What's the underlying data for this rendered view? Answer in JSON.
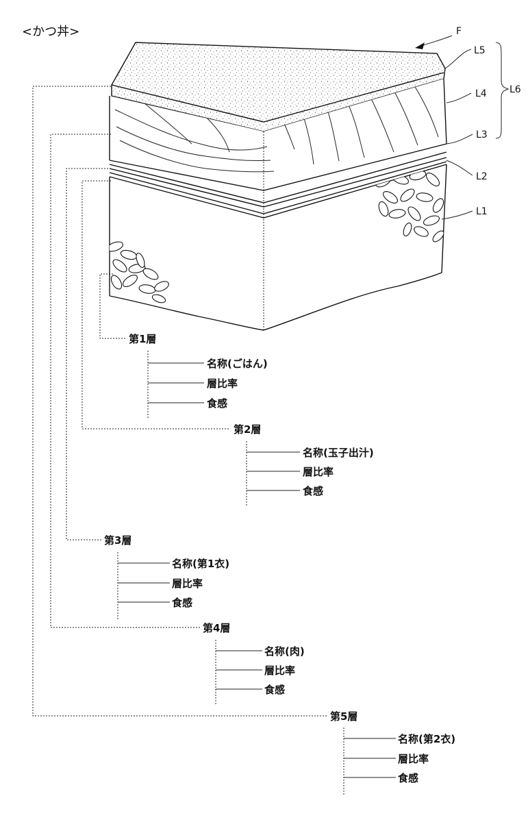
{
  "title": "<かつ丼>",
  "figure_ref": "F",
  "reference_labels": [
    "L5",
    "L4",
    "L3",
    "L2",
    "L1",
    "L6"
  ],
  "layers": [
    {
      "heading": "第1層",
      "items": [
        "名称(ごはん)",
        "層比率",
        "食感"
      ]
    },
    {
      "heading": "第2層",
      "items": [
        "名称(玉子出汁)",
        "層比率",
        "食感"
      ]
    },
    {
      "heading": "第3層",
      "items": [
        "名称(第1衣)",
        "層比率",
        "食感"
      ]
    },
    {
      "heading": "第4層",
      "items": [
        "名称(肉)",
        "層比率",
        "食感"
      ]
    },
    {
      "heading": "第5層",
      "items": [
        "名称(第2衣)",
        "層比率",
        "食感"
      ]
    }
  ]
}
